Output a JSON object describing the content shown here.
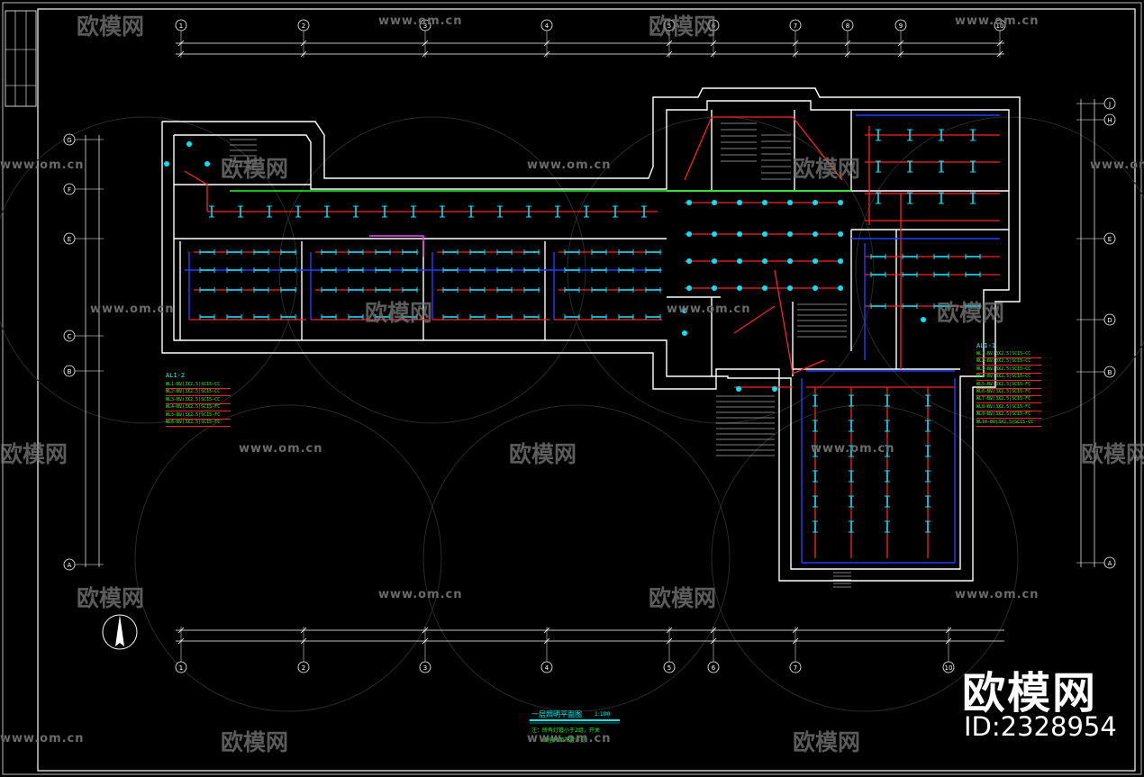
{
  "drawing": {
    "axes_top": [
      "1",
      "2",
      "3",
      "4",
      "5",
      "6",
      "7",
      "8",
      "9",
      "10"
    ],
    "axes_bottom": [
      "1",
      "2",
      "3",
      "4",
      "5",
      "6",
      "7",
      "10"
    ],
    "axes_left": [
      "G",
      "F",
      "E",
      "C",
      "B",
      "A"
    ],
    "axes_right": [
      "J",
      "H",
      "E",
      "D",
      "B",
      "A"
    ],
    "title": "一层照明平面图",
    "scale": "1:100",
    "notes": [
      "注：所有灯管小于2组，开关",
      "　　插座平面布置详见"
    ]
  },
  "legend_left": {
    "title": "AL1-2",
    "rows": [
      "WL1-BV(3X2.5)SC15-CC",
      "WL2-BV(3X2.5)SC15-CC",
      "WL3-BV(3X2.5)SC15-CC",
      "WL4-BV(3X2.5)SC15-FC",
      "WL5-BV(3X2.5)SC15-FC",
      "WL6-BV(3X2.5)SC15-FC"
    ]
  },
  "legend_right": {
    "title": "AL1-1",
    "rows": [
      "WL1-BV(3X2.5)SC15-CC",
      "WL2-BV(3X2.5)SC15-CC",
      "WL3-BV(3X2.5)SC15-CC",
      "WL4-BV(3X2.5)SC15-CC",
      "WL5-BV(3X2.5)SC15-FC",
      "WL6-BV(3X2.5)SC15-FC",
      "WL7-BV(3X2.5)SC15-FC",
      "WL8-BV(3X2.5)SC15-FC",
      "WL9-BV(3X2.5)SC15-FC",
      "WL10-BV(3X2.5)SC15-CC"
    ]
  },
  "watermark": {
    "logo_text": "欧模网",
    "url_text": "www.om.cn",
    "brand": "欧模网",
    "id": "ID:2328954"
  },
  "colors": {
    "wall": "#ffffff",
    "wire_red": "#ff2020",
    "wire_blue": "#2040ff",
    "lamp_cyan": "#00e5ff",
    "green": "#20ff20",
    "magenta": "#ff40ff"
  }
}
